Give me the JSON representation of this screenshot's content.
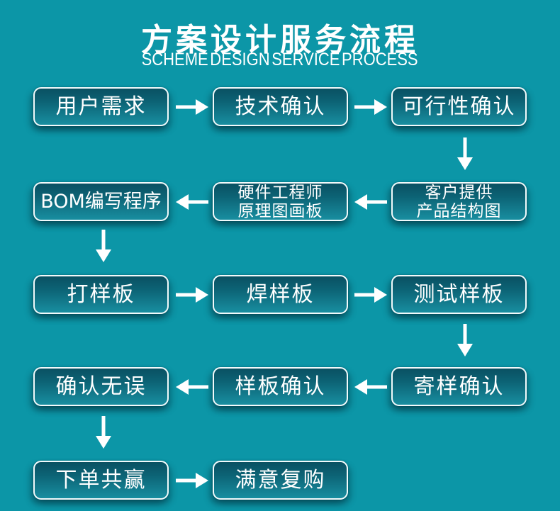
{
  "header": {
    "title": "方案设计服务流程",
    "subtitle": "SCHEME DESIGN SERVICE PROCESS"
  },
  "colors": {
    "background": "#0c96a7",
    "node_fill_top": "#0a5162",
    "node_fill_bottom": "#188ea0",
    "node_border": "#f2fafb",
    "text": "#ffffff",
    "arrow": "#ffffff"
  },
  "nodes": [
    {
      "id": "user-requirements",
      "lines": [
        "用户需求"
      ]
    },
    {
      "id": "technical-confirmation",
      "lines": [
        "技术确认"
      ]
    },
    {
      "id": "feasibility-confirmation",
      "lines": [
        "可行性确认"
      ]
    },
    {
      "id": "bom-programming",
      "lines": [
        "BOM编写程序"
      ]
    },
    {
      "id": "hardware-engineer-schematic",
      "lines": [
        "硬件工程师",
        "原理图画板"
      ]
    },
    {
      "id": "customer-structure-drawing",
      "lines": [
        "客户提供",
        "产品结构图"
      ]
    },
    {
      "id": "make-sample-board",
      "lines": [
        "打样板"
      ]
    },
    {
      "id": "solder-sample-board",
      "lines": [
        "焊样板"
      ]
    },
    {
      "id": "test-sample-board",
      "lines": [
        "测试样板"
      ]
    },
    {
      "id": "confirm-no-error",
      "lines": [
        "确认无误"
      ]
    },
    {
      "id": "sample-confirmation",
      "lines": [
        "样板确认"
      ]
    },
    {
      "id": "send-sample-confirmation",
      "lines": [
        "寄样确认"
      ]
    },
    {
      "id": "place-order-win-win",
      "lines": [
        "下单共赢"
      ]
    },
    {
      "id": "satisfied-repurchase",
      "lines": [
        "满意复购"
      ]
    }
  ],
  "flow": [
    {
      "from": "用户需求",
      "to": "技术确认",
      "direction": "right"
    },
    {
      "from": "技术确认",
      "to": "可行性确认",
      "direction": "right"
    },
    {
      "from": "可行性确认",
      "to": "客户提供产品结构图",
      "direction": "down"
    },
    {
      "from": "客户提供产品结构图",
      "to": "硬件工程师原理图画板",
      "direction": "left"
    },
    {
      "from": "硬件工程师原理图画板",
      "to": "BOM编写程序",
      "direction": "left"
    },
    {
      "from": "BOM编写程序",
      "to": "打样板",
      "direction": "down"
    },
    {
      "from": "打样板",
      "to": "焊样板",
      "direction": "right"
    },
    {
      "from": "焊样板",
      "to": "测试样板",
      "direction": "right"
    },
    {
      "from": "测试样板",
      "to": "寄样确认",
      "direction": "down"
    },
    {
      "from": "寄样确认",
      "to": "样板确认",
      "direction": "left"
    },
    {
      "from": "样板确认",
      "to": "确认无误",
      "direction": "left"
    },
    {
      "from": "确认无误",
      "to": "下单共赢",
      "direction": "down"
    },
    {
      "from": "下单共赢",
      "to": "满意复购",
      "direction": "right"
    }
  ]
}
